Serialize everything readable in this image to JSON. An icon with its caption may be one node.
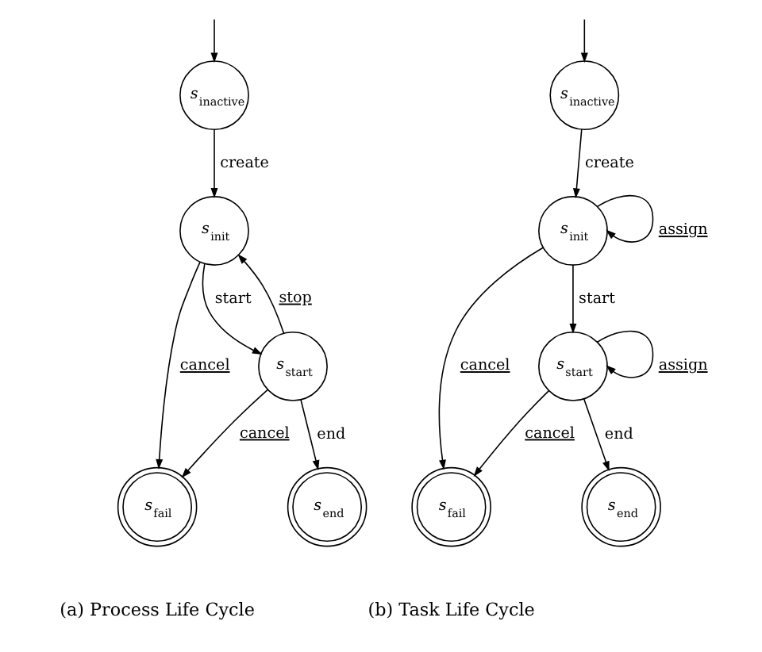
{
  "diagram": {
    "nodes": [
      {
        "text": [
          "*s*$_{inactive}$"
        ]
      },
      {
        "text": [
          "*s*$_{init}$"
        ]
      },
      {
        "text": [
          "*s*$_{start}$"
        ]
      },
      {
        "text": [
          "*s*$_{fail}$"
        ]
      },
      {
        "text": [
          "*s*$_{end}$"
        ]
      },
      {
        "text": [
          "*s*$_{inactive}$"
        ]
      },
      {
        "text": [
          "*s*$_{init}$"
        ]
      },
      {
        "text": [
          "*s*$_{start}$"
        ]
      },
      {
        "text": [
          "*s*$_{fail}$"
        ]
      },
      {
        "text": [
          "*s*$_{end}$"
        ]
      }
    ],
    "edges": [
      {
        "from": null,
        "to": 0,
        "arrow": "to"
      },
      {
        "from": 0,
        "to": 1,
        "arrow": "to",
        "label": "create"
      },
      {
        "from": 1,
        "to": 2,
        "arrow": "to",
        "label": "start"
      },
      {
        "from": 2,
        "to": 1,
        "arrow": "to",
        "label": "stop"
      },
      {
        "from": 1,
        "to": 3,
        "arrow": "to",
        "label": "cancel"
      },
      {
        "from": 2,
        "to": 3,
        "arrow": "to",
        "label": "cancel"
      },
      {
        "from": 2,
        "to": 4,
        "arrow": "to",
        "label": "end"
      },
      {
        "from": null,
        "to": 5,
        "arrow": "to"
      },
      {
        "from": 5,
        "to": 6,
        "arrow": "to",
        "label": "create"
      },
      {
        "from": 6,
        "to": 6,
        "arrow": "to",
        "label": "assign"
      },
      {
        "from": 6,
        "to": 7,
        "arrow": "to",
        "label": "start"
      },
      {
        "from": 7,
        "to": 7,
        "arrow": "to",
        "label": "assign"
      },
      {
        "from": 6,
        "to": 8,
        "arrow": "to",
        "label": "cancel"
      },
      {
        "from": 7,
        "to": 8,
        "arrow": "to",
        "label": "cancel"
      },
      {
        "from": 7,
        "to": 9,
        "arrow": "to",
        "label": "end"
      }
    ],
    "labels": [
      "(a) Process Life Cycle",
      "(b) Task Life Cycle"
    ]
  }
}
